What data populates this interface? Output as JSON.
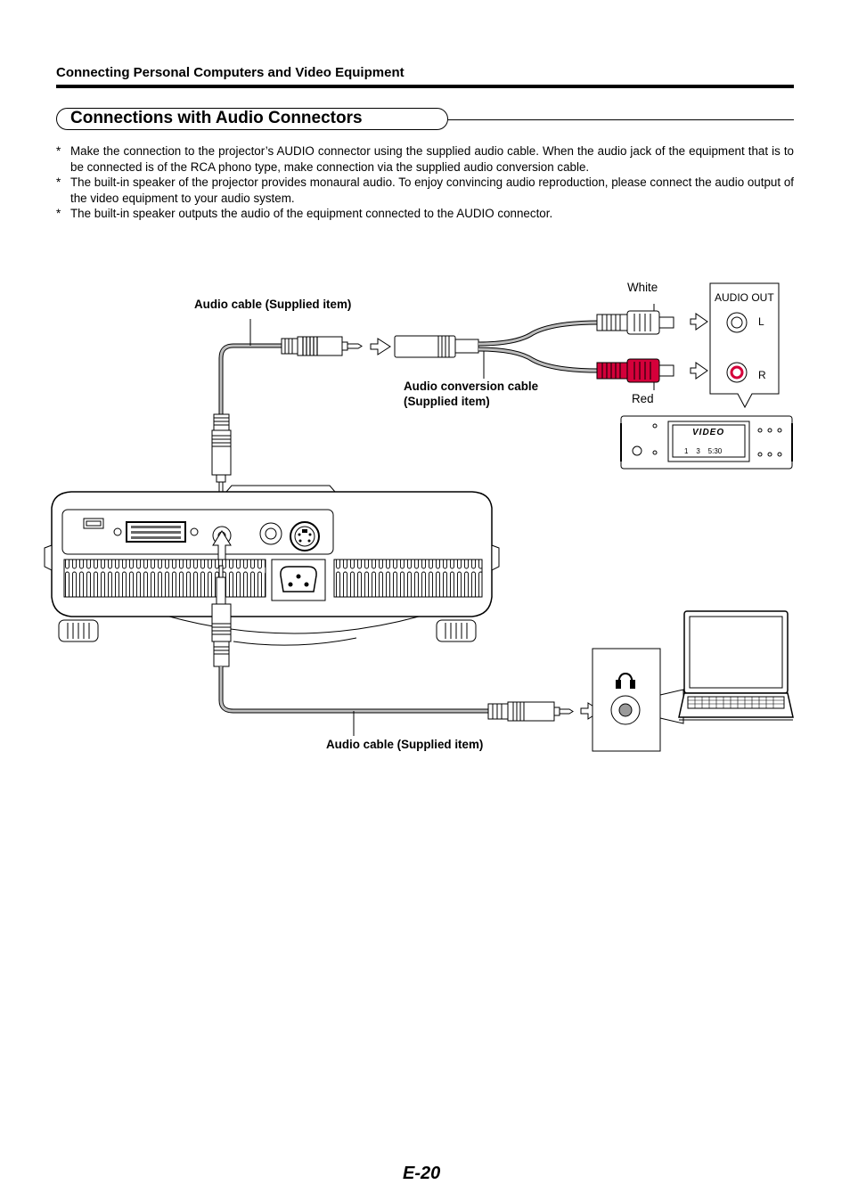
{
  "header": {
    "title": "Connecting Personal Computers and Video Equipment"
  },
  "section": {
    "title": "Connections with Audio Connectors"
  },
  "notes": [
    {
      "marker": "*",
      "text": "Make the connection to the projector’s AUDIO connector using the supplied audio cable. When the audio jack of the equipment that is to be connected is of the RCA phono type, make connection via the supplied audio conversion cable."
    },
    {
      "marker": "*",
      "text": "The built-in speaker of the projector provides monaural audio. To enjoy convincing audio reproduction, please connect the audio output of the video equipment to your audio system."
    },
    {
      "marker": "*",
      "text": "The built-in speaker outputs the audio of the equipment connected to the AUDIO connector."
    }
  ],
  "diagram": {
    "audio_cable_top": "Audio cable (Supplied item)",
    "conversion_cable_line1": "Audio conversion cable",
    "conversion_cable_line2": "(Supplied item)",
    "white": "White",
    "red": "Red",
    "audio_out": "AUDIO OUT",
    "channel_l": "L",
    "channel_r": "R",
    "vcr_brand": "VIDEO",
    "vcr_display": "1    3    5:30",
    "audio_cable_bottom": "Audio cable (Supplied item)"
  },
  "colors": {
    "red_plug": "#d4003a",
    "cable": "#808080",
    "text": "#000000"
  },
  "footer": {
    "page": "E-20"
  }
}
